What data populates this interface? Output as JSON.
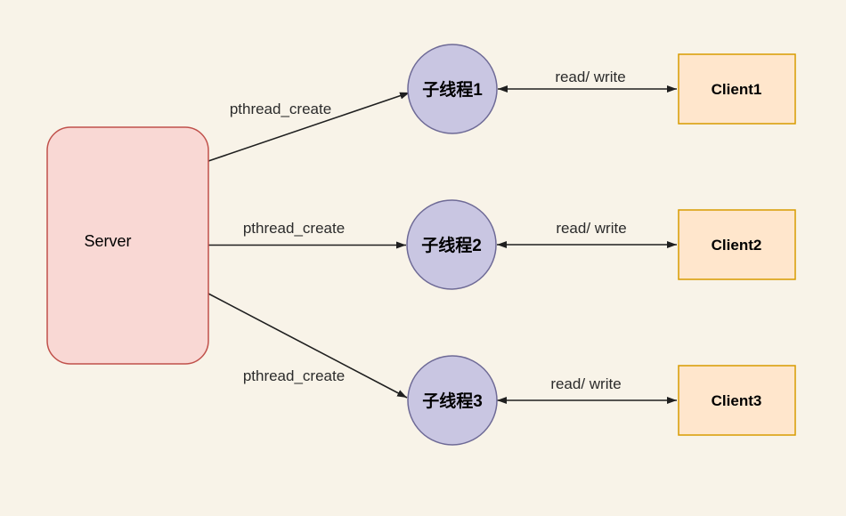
{
  "diagram": {
    "background": "#f8f3e8",
    "line_color": "#1f1f1f",
    "server": {
      "label": "Server",
      "fill": "#f9d8d4",
      "stroke": "#c0514b"
    },
    "thread_style": {
      "fill": "#c9c6e2",
      "stroke": "#6e6a96"
    },
    "client_style": {
      "fill": "#ffe6cc",
      "stroke": "#d79b00"
    },
    "threads": [
      {
        "label": "子线程1"
      },
      {
        "label": "子线程2"
      },
      {
        "label": "子线程3"
      }
    ],
    "clients": [
      {
        "label": "Client1"
      },
      {
        "label": "Client2"
      },
      {
        "label": "Client3"
      }
    ],
    "edges": {
      "pthread": [
        {
          "label": "pthread_create"
        },
        {
          "label": "pthread_create"
        },
        {
          "label": "pthread_create"
        }
      ],
      "readwrite": [
        {
          "label": "read/ write"
        },
        {
          "label": "read/ write"
        },
        {
          "label": "read/ write"
        }
      ]
    }
  }
}
